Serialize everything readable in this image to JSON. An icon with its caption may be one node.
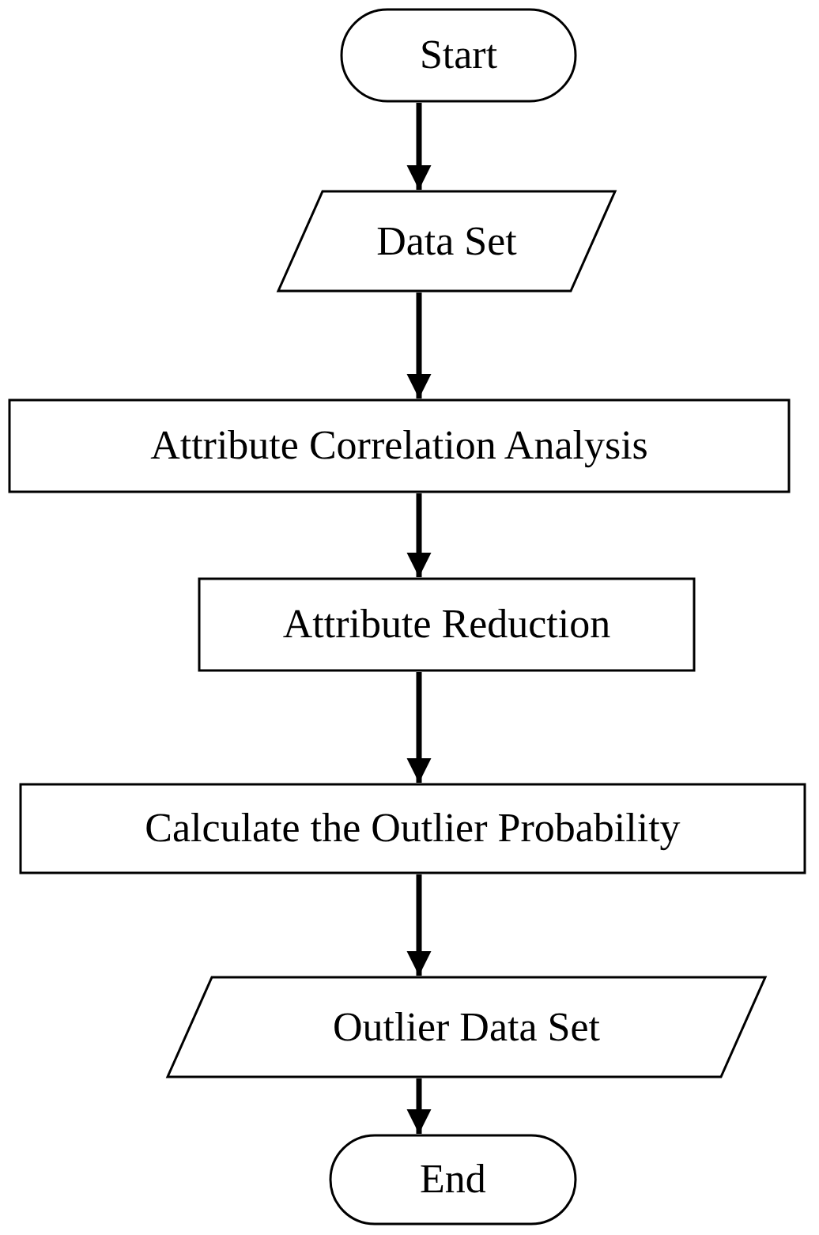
{
  "diagram": {
    "nodes": [
      {
        "text": [
          "Start"
        ]
      },
      {
        "text": [
          "Data Set"
        ]
      },
      {
        "text": [
          "Attribute Correlation Analysis"
        ]
      },
      {
        "text": [
          "Attribute Reduction"
        ]
      },
      {
        "text": [
          "Calculate the Outlier Probability"
        ]
      },
      {
        "text": [
          "Outlier Data Set"
        ]
      },
      {
        "text": [
          "End"
        ]
      }
    ],
    "edges": [
      {
        "from": 0,
        "to": 1,
        "arrow": "to"
      },
      {
        "from": 1,
        "to": 2,
        "arrow": "to"
      },
      {
        "from": 2,
        "to": 3,
        "arrow": "to"
      },
      {
        "from": 3,
        "to": 4,
        "arrow": "to"
      },
      {
        "from": 4,
        "to": 5,
        "arrow": "to"
      },
      {
        "from": 5,
        "to": 6,
        "arrow": "to"
      }
    ]
  }
}
